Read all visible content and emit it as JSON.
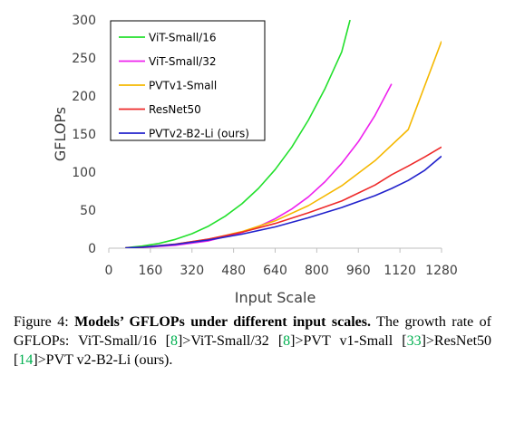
{
  "chart_data": {
    "type": "line",
    "xlabel": "Input Scale",
    "ylabel": "GFLOPs",
    "xlim": [
      0,
      1280
    ],
    "ylim": [
      0,
      300
    ],
    "xticks": [
      0,
      160,
      320,
      480,
      640,
      800,
      960,
      1120,
      1280
    ],
    "yticks": [
      0,
      50,
      100,
      150,
      200,
      250,
      300
    ],
    "grid": false,
    "legend_position": "top-left",
    "series": [
      {
        "name": "ViT-Small/16",
        "color": "#22e02c",
        "x": [
          64,
          128,
          192,
          256,
          320,
          384,
          448,
          512,
          576,
          640,
          704,
          768,
          832,
          896,
          928
        ],
        "y": [
          0.6,
          2.7,
          6.2,
          11.6,
          19.1,
          29.1,
          42.0,
          58.3,
          78.6,
          103.3,
          133.0,
          168.5,
          210.0,
          258.0,
          300
        ]
      },
      {
        "name": "ViT-Small/32",
        "color": "#ee22ee",
        "x": [
          64,
          128,
          256,
          384,
          512,
          576,
          640,
          704,
          768,
          832,
          896,
          960,
          1024,
          1088
        ],
        "y": [
          0.2,
          0.8,
          3.8,
          9.6,
          20.5,
          28.5,
          38.7,
          51.5,
          67.5,
          87.5,
          111.5,
          140.0,
          174.5,
          216.0
        ]
      },
      {
        "name": "PVTv1-Small",
        "color": "#f5b800",
        "x": [
          64,
          128,
          256,
          384,
          512,
          640,
          768,
          896,
          1024,
          1152,
          1280
        ],
        "y": [
          0.2,
          1.2,
          5.3,
          11.8,
          21.8,
          36.0,
          56.0,
          82.0,
          115.0,
          156.0,
          272.0
        ]
      },
      {
        "name": "ResNet50",
        "color": "#ee2a2a",
        "x": [
          64,
          128,
          256,
          384,
          512,
          640,
          768,
          896,
          1024,
          1088,
          1152,
          1216,
          1280
        ],
        "y": [
          0.3,
          1.3,
          5.4,
          12.0,
          21.0,
          32.5,
          46.5,
          62.0,
          83.0,
          96.5,
          108.0,
          120.0,
          133.0
        ]
      },
      {
        "name": "PVTv2-B2-Li (ours)",
        "color": "#2222cc",
        "x": [
          64,
          128,
          256,
          384,
          512,
          640,
          768,
          896,
          1024,
          1088,
          1152,
          1216,
          1280
        ],
        "y": [
          0.3,
          1.3,
          5.0,
          10.8,
          18.5,
          28.0,
          40.0,
          53.5,
          69.0,
          78.5,
          89.0,
          102.5,
          121.0
        ]
      }
    ]
  },
  "caption": {
    "label": "Figure 4: ",
    "bold": "Models’ GFLOPs under different input scales.",
    "seg1": " The growth rate of GFLOPs: ViT-Small/16 [",
    "ref1": "8",
    "seg2": "]>ViT-Small/32 [",
    "ref2": "8",
    "seg3": "]>PVT v1-Small [",
    "ref3": "33",
    "seg4": "]>ResNet50 [",
    "ref4": "14",
    "seg5": "]>PVT v2-B2-Li (ours)."
  }
}
